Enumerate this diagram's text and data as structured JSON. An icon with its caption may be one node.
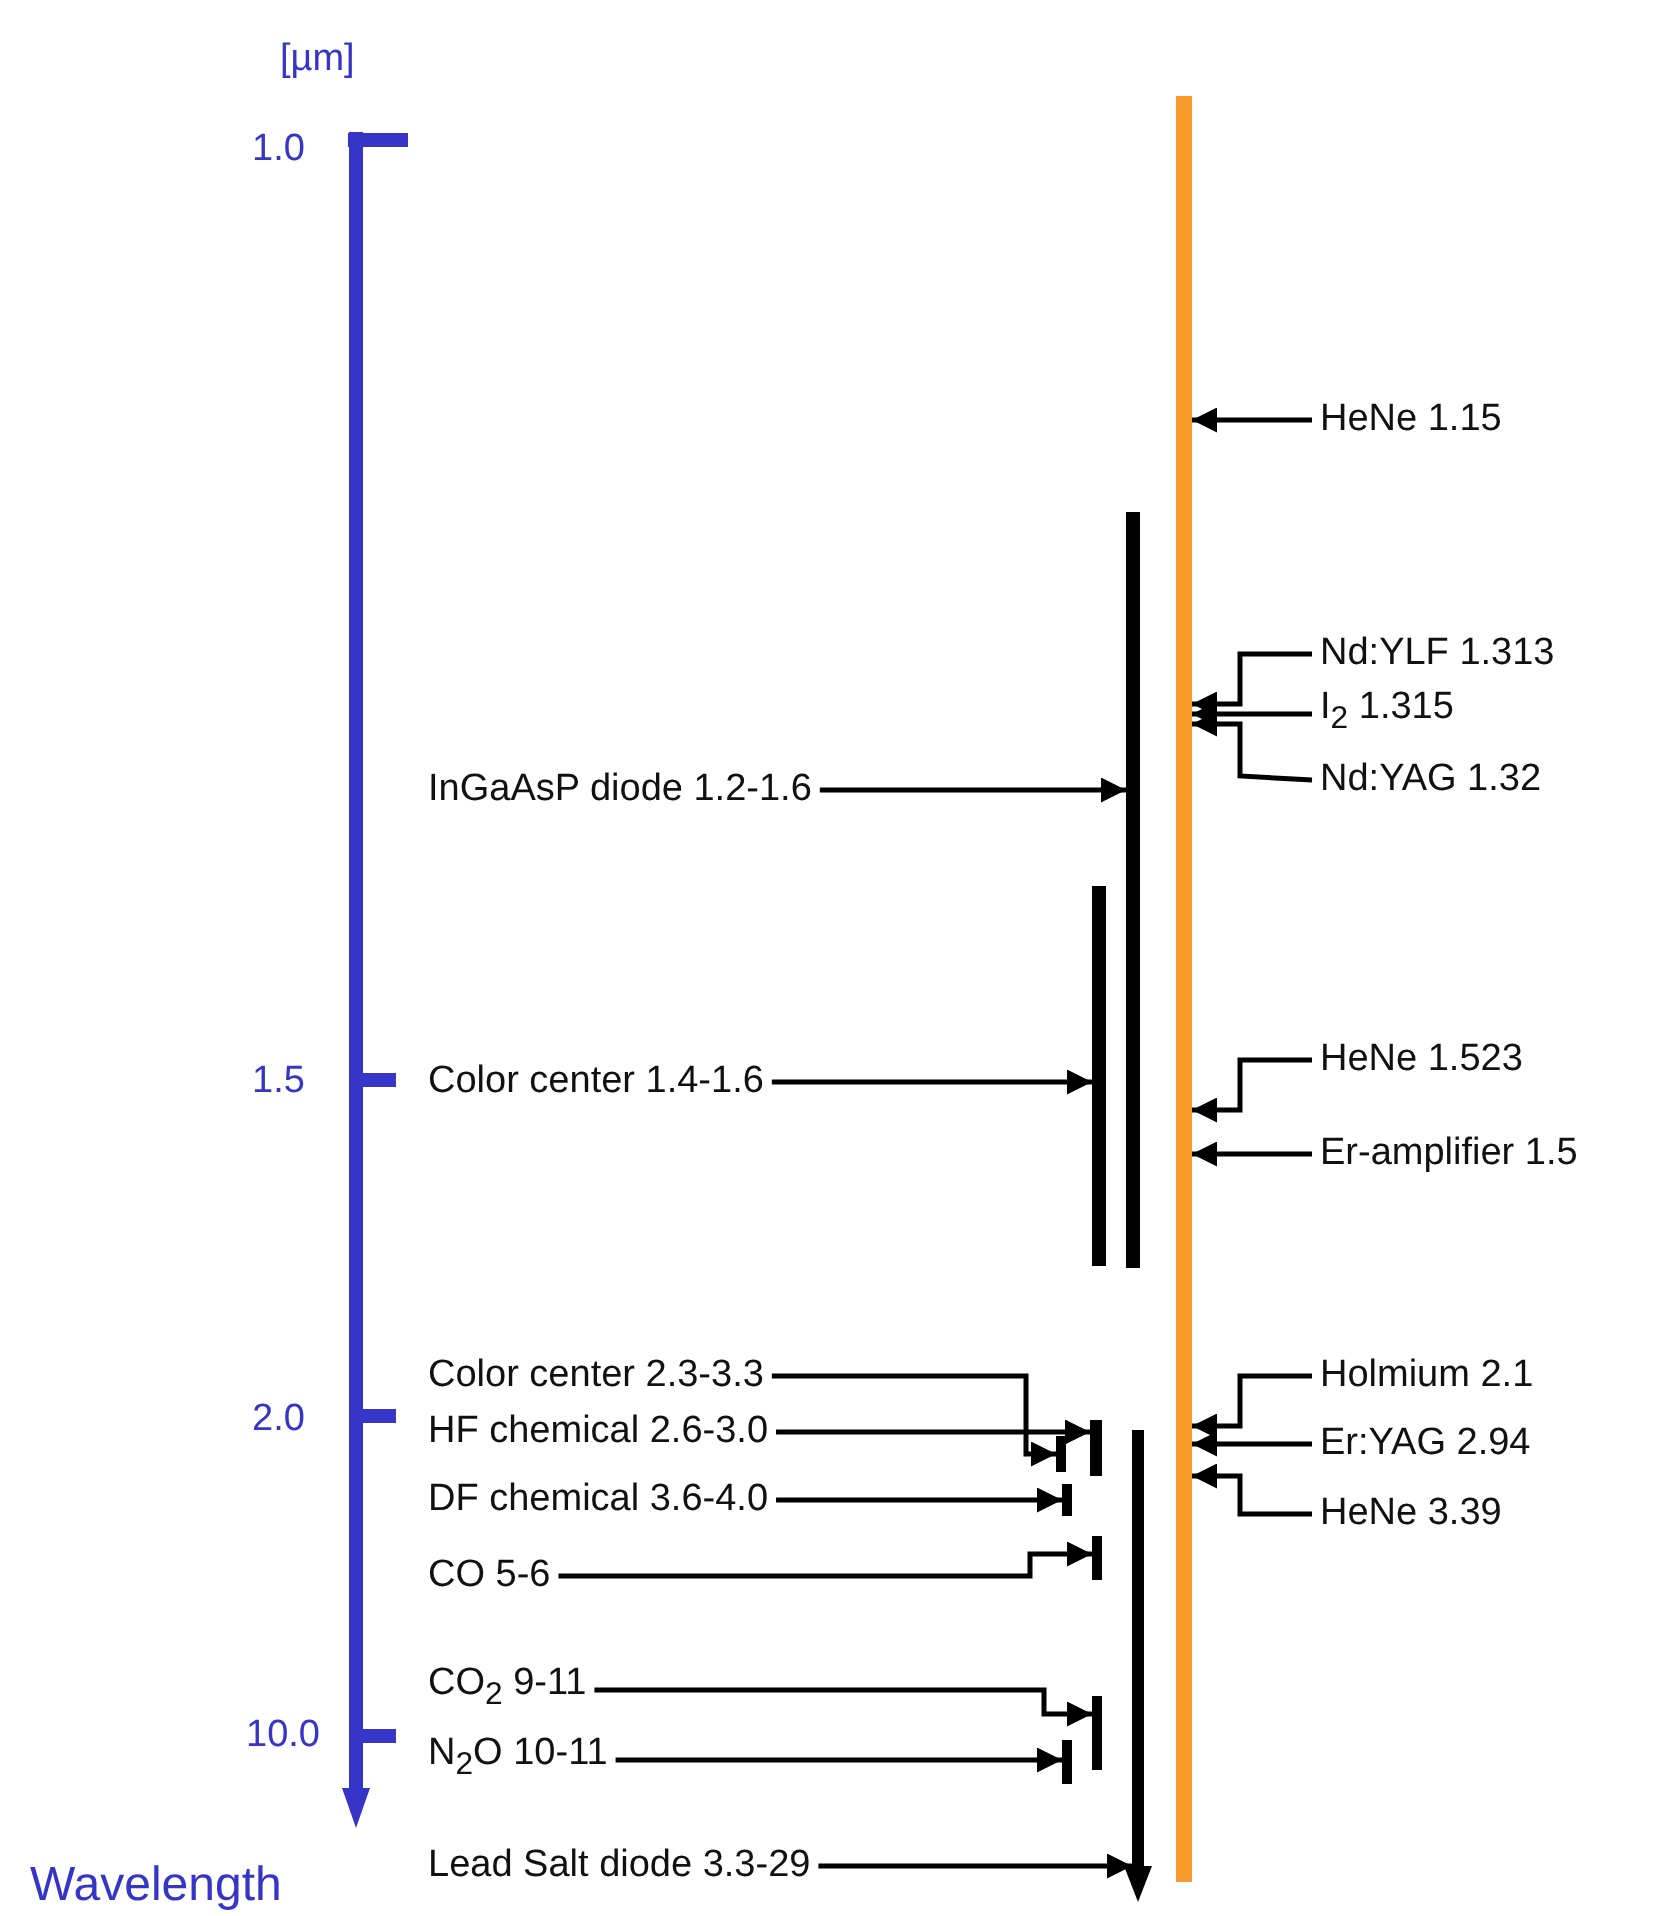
{
  "diagram": {
    "nodes": [
      {
        "text": [
          "HeNe 1.15"
        ]
      },
      {
        "text": [
          "Nd:YLF 1.313"
        ]
      },
      {
        "text": [
          "I$_{2}$ 1.315"
        ]
      },
      {
        "text": [
          "Nd:YAG 1.32"
        ]
      },
      {
        "text": [
          "InGaAsP diode 1.2-1.6"
        ]
      },
      {
        "text": [
          "Color center 1.4-1.6"
        ]
      },
      {
        "text": [
          "HeNe 1.523"
        ]
      },
      {
        "text": [
          "Er-amplifier 1.5"
        ]
      },
      {
        "text": [
          "Color center 2.3-3.3"
        ]
      },
      {
        "text": [
          "HF chemical 2.6-3.0"
        ]
      },
      {
        "text": [
          "DF chemical 3.6-4.0"
        ]
      },
      {
        "text": [
          "CO 5-6"
        ]
      },
      {
        "text": [
          "Holmium 2.1"
        ]
      },
      {
        "text": [
          "Er:YAG 2.94"
        ]
      },
      {
        "text": [
          "HeNe 3.39"
        ]
      },
      {
        "text": [
          "CO$_{2}$ 9-11"
        ]
      },
      {
        "text": [
          "N$_{2}$O 10-11"
        ]
      },
      {
        "text": [
          "Lead Salt diode 3.3-29"
        ]
      },
      {
        "text": [],
        "shape": "bar"
      },
      {
        "text": [],
        "shape": "bar"
      },
      {
        "text": [],
        "shape": "bar"
      },
      {
        "text": [],
        "shape": "bar"
      },
      {
        "text": [],
        "shape": "bar"
      },
      {
        "text": [],
        "shape": "bar"
      },
      {
        "text": [],
        "shape": "bar"
      },
      {
        "text": [],
        "shape": "bar"
      },
      {
        "text": [],
        "shape": "bar"
      },
      {
        "text": [],
        "shape": "bar"
      }
    ],
    "edges": [
      {
        "from": 0,
        "to": 18,
        "arrow": "to"
      },
      {
        "from": 1,
        "to": 18,
        "arrow": "to"
      },
      {
        "from": 2,
        "to": 18,
        "arrow": "to"
      },
      {
        "from": 3,
        "to": 18,
        "arrow": "to"
      },
      {
        "from": 4,
        "to": 19,
        "arrow": "to"
      },
      {
        "from": 5,
        "to": 20,
        "arrow": "to"
      },
      {
        "from": 6,
        "to": 18,
        "arrow": "to"
      },
      {
        "from": 7,
        "to": 18,
        "arrow": "to"
      },
      {
        "from": 8,
        "to": 21,
        "arrow": "to"
      },
      {
        "from": 9,
        "to": 22,
        "arrow": "to"
      },
      {
        "from": 10,
        "to": 23,
        "arrow": "to"
      },
      {
        "from": 11,
        "to": 24,
        "arrow": "to"
      },
      {
        "from": 12,
        "to": 18,
        "arrow": "to"
      },
      {
        "from": 13,
        "to": 18,
        "arrow": "to"
      },
      {
        "from": 14,
        "to": 18,
        "arrow": "to"
      },
      {
        "from": 15,
        "to": 25,
        "arrow": "to"
      },
      {
        "from": 16,
        "to": 26,
        "arrow": "to"
      },
      {
        "from": 17,
        "to": 27,
        "arrow": "to"
      }
    ],
    "labels": [
      "[µm]",
      "1.0",
      "1.5",
      "2.0",
      "10.0",
      "Wavelength"
    ]
  }
}
